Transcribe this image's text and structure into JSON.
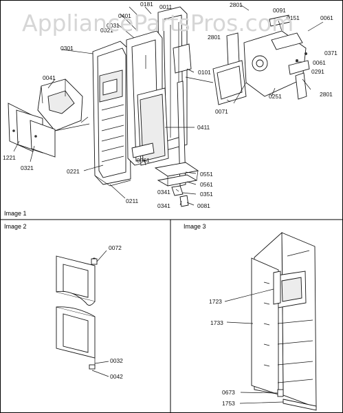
{
  "watermark": "AppliancePartsPros.com",
  "captions": {
    "image1": "Image 1",
    "image2": "Image 2",
    "image3": "Image 3"
  },
  "image1_labels": {
    "p0181": "0181",
    "p0011": "0011",
    "p0401": "0401",
    "p0021": "0021",
    "p0031": "0031",
    "p0301": "0301",
    "p0041": "0041",
    "p0101": "0101",
    "p0411": "0411",
    "p0221": "0221",
    "p0361": "0361",
    "p0211": "0211",
    "p0551": "0551",
    "p0561": "0561",
    "p0341a": "0341",
    "p0351": "0351",
    "p0341b": "0341",
    "p0081": "0081",
    "p1221": "1221",
    "p0321": "0321",
    "p2801a": "2801",
    "p0091": "0091",
    "p0151": "0151",
    "p0061a": "0061",
    "p2801b": "2801",
    "p0371": "0371",
    "p0061b": "0061",
    "p0291": "0291",
    "p0251": "0251",
    "p0071": "0071",
    "p2801c": "2801"
  },
  "image2_labels": {
    "p0072": "0072",
    "p0032": "0032",
    "p0042": "0042"
  },
  "image3_labels": {
    "p1723": "1723",
    "p1733": "1733",
    "p0673": "0673",
    "p1753": "1753"
  }
}
